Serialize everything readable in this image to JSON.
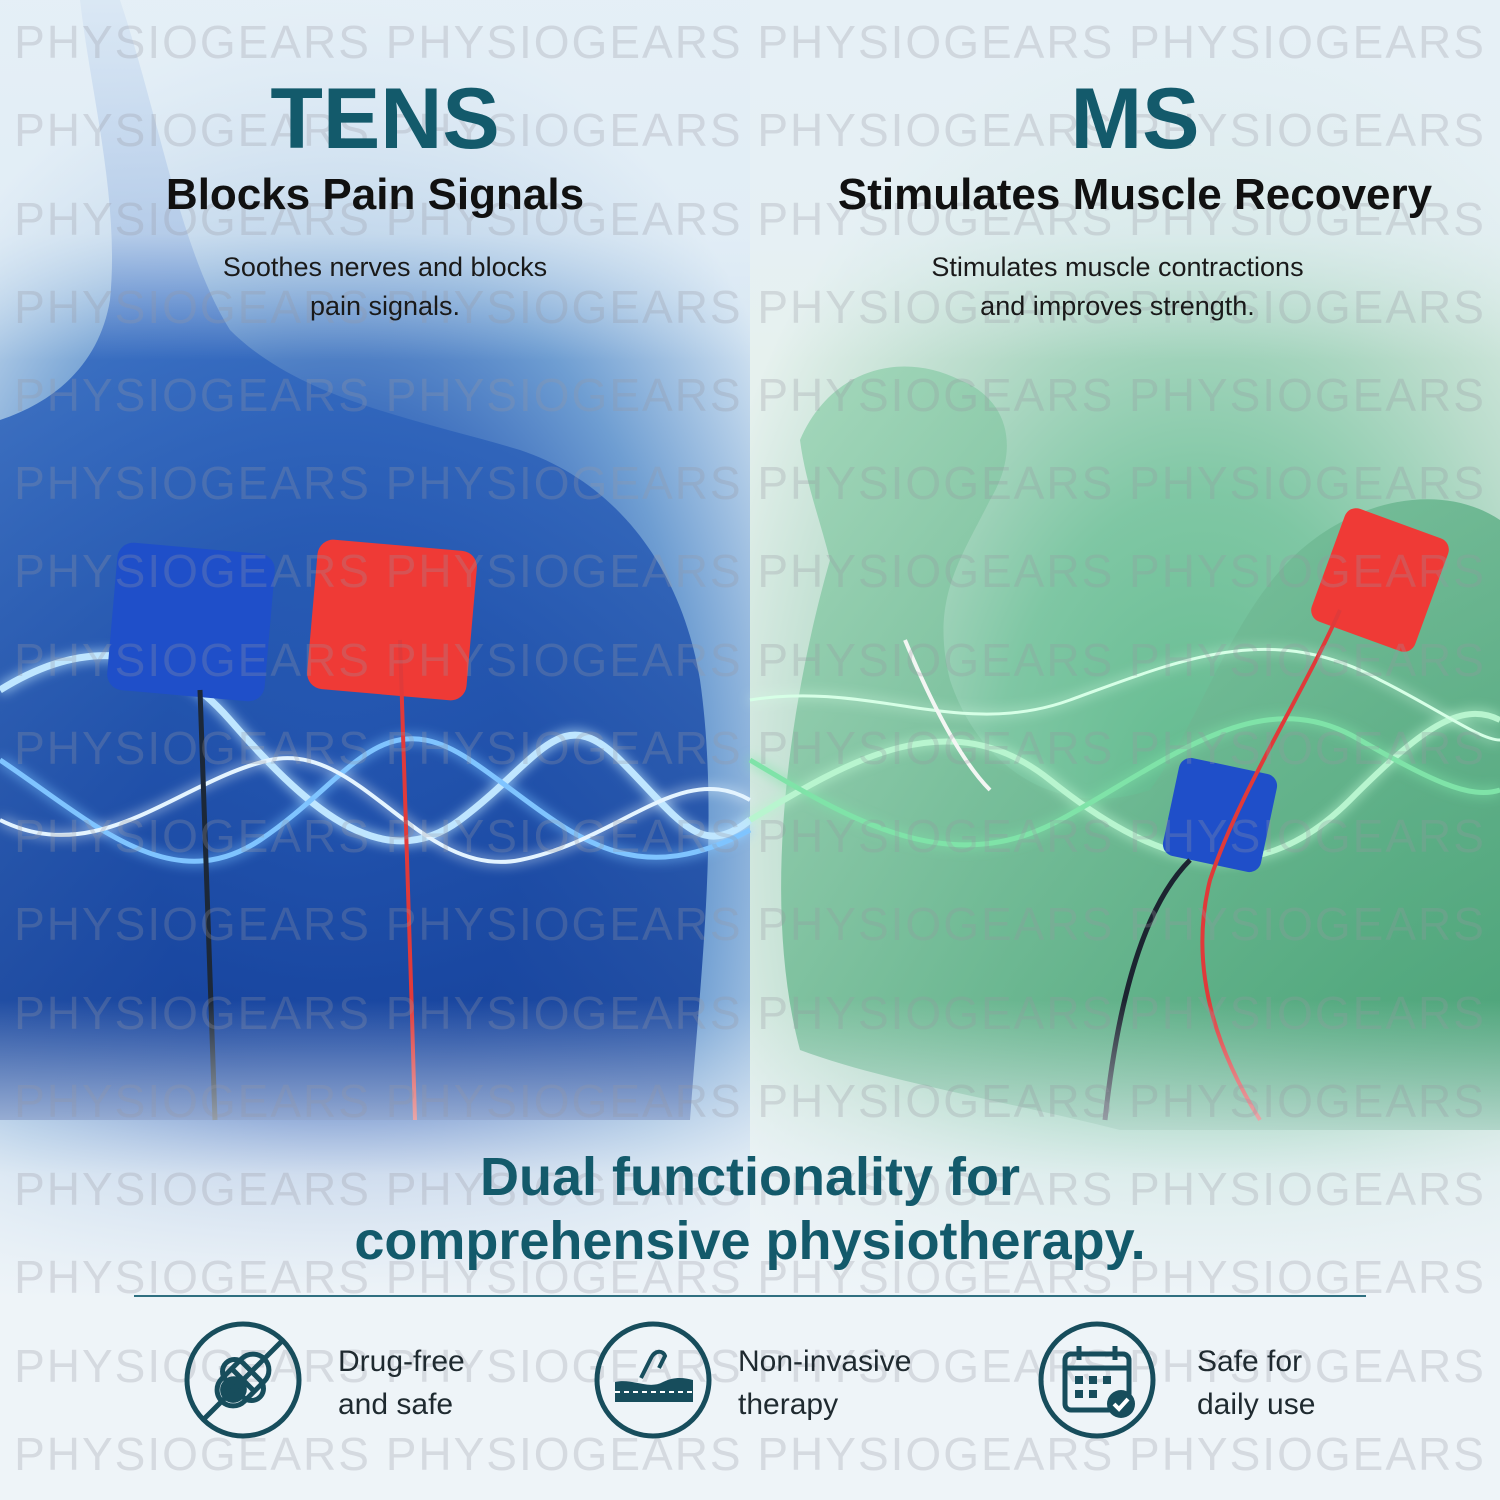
{
  "watermark": {
    "text": "PHYSIOGEARS PHYSIOGEARS PHYSIOGEARS PHYSIOGEARS"
  },
  "tens": {
    "title": "TENS",
    "subtitle": "Blocks Pain Signals",
    "desc_line1": "Soothes nerves and blocks",
    "desc_line2": "pain signals."
  },
  "ms": {
    "title": "MS",
    "subtitle": "Stimulates Muscle Recovery",
    "desc_line1": "Stimulates muscle contractions",
    "desc_line2": "and improves strength."
  },
  "headline": {
    "line1": "Dual functionality for",
    "line2": "comprehensive physiotherapy."
  },
  "features": [
    {
      "line1": "Drug-free",
      "line2": "and safe",
      "icon": "no-pill-icon"
    },
    {
      "line1": "Non-invasive",
      "line2": "therapy",
      "icon": "skin-layer-icon"
    },
    {
      "line1": "Safe for",
      "line2": "daily use",
      "icon": "calendar-check-icon"
    }
  ],
  "colors": {
    "title_teal": "#135a6b",
    "tens_blue": "#1f5fd0",
    "ms_green": "#4fbf86",
    "electrode_red": "#ef3a36",
    "electrode_blue": "#1f4fc9"
  }
}
